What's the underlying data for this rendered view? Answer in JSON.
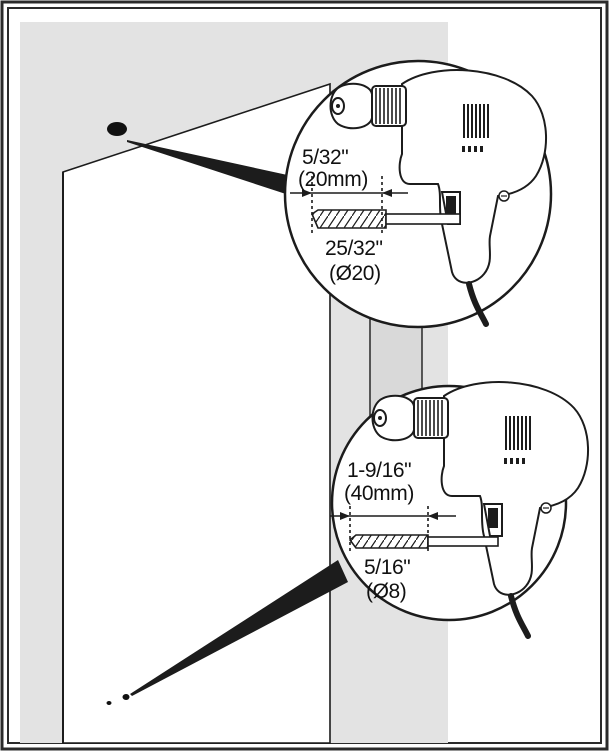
{
  "upper_callout": {
    "depth_inch": "5/32\"",
    "depth_mm": "(20mm)",
    "bit_inch": "25/32\"",
    "bit_mm": "(Ø20)"
  },
  "lower_callout": {
    "depth_inch": "1-9/16\"",
    "depth_mm": "(40mm)",
    "bit_inch": "5/16\"",
    "bit_mm": "(Ø8)"
  },
  "colors": {
    "wall": "#e3e3e3",
    "wall_edge": "#d0d0d0",
    "ink": "#1c1c1c",
    "border": "#2b2b2b"
  },
  "icons": [
    "power-drill-icon",
    "drill-bit-icon",
    "dimension-arrow-icon"
  ]
}
